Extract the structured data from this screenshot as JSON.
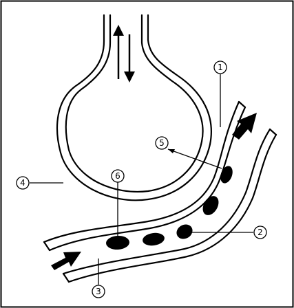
{
  "diagram": {
    "callouts": [
      {
        "id": "c1",
        "label": "1"
      },
      {
        "id": "c2",
        "label": "2"
      },
      {
        "id": "c3",
        "label": "3"
      },
      {
        "id": "c4",
        "label": "4"
      },
      {
        "id": "c5",
        "label": "5"
      },
      {
        "id": "c6",
        "label": "6"
      }
    ],
    "colors": {
      "stroke": "#000000",
      "background": "#ffffff",
      "frame": "#000000"
    }
  }
}
